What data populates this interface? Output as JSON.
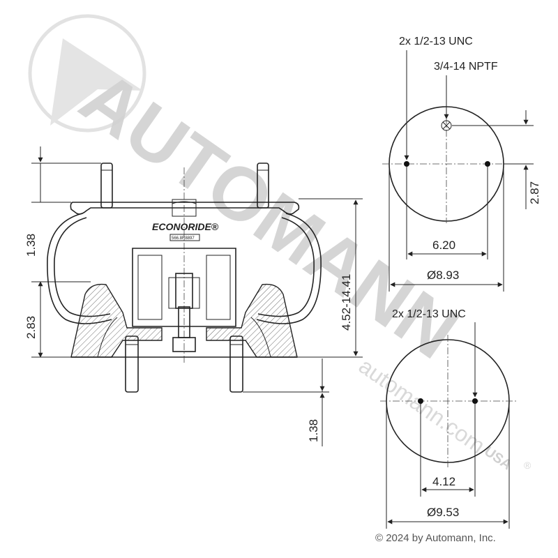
{
  "watermark": {
    "brand": "AUTOMANN",
    "suffix": "USA",
    "registered": "®",
    "url": "automann.com"
  },
  "copyright": "© 2024 by Automann, Inc.",
  "part": {
    "brand_mark": "ECONORIDE®",
    "part_number": "566.8R8897"
  },
  "side_view": {
    "dims": {
      "top_stud": "1.38",
      "upper_height": "2.83",
      "height_range": "4.52-14.41",
      "bottom_stud": "1.38"
    }
  },
  "top_view": {
    "callout_studs": "2x 1/2-13 UNC",
    "callout_port": "3/4-14 NPTF",
    "dims": {
      "port_offset": "2.87",
      "stud_spacing": "6.20",
      "diameter": "Ø8.93"
    }
  },
  "bottom_view": {
    "callout_studs": "2x 1/2-13 UNC",
    "dims": {
      "stud_spacing": "4.12",
      "diameter": "Ø9.53"
    }
  }
}
